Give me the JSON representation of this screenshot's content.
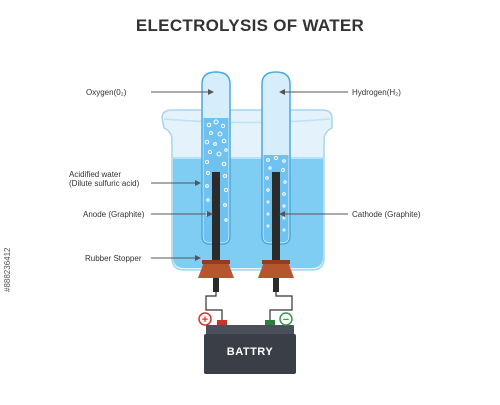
{
  "title": "ELECTROLYSIS OF WATER",
  "labels": {
    "oxygen": "Oxygen(0₂)",
    "hydrogen": "Hydrogen(H₂)",
    "acidified_line1": "Acidified water",
    "acidified_line2": "(Dilute sulfuric acid)",
    "anode": "Anode (Graphite)",
    "cathode": "Cathode (Graphite)",
    "stopper": "Rubber Stopper"
  },
  "battery": {
    "label": "BATTRY",
    "positive_symbol": "+",
    "negative_symbol": "−"
  },
  "stock_id": "#888236412",
  "colors": {
    "water": "#7ccaf0",
    "beaker": "#d9eefa",
    "electrode": "#2b2b2b",
    "stopper": "#b5562e",
    "battery_body": "#3a3f47",
    "positive": "#e0302a",
    "negative": "#2e9e4a",
    "text": "#333333"
  }
}
